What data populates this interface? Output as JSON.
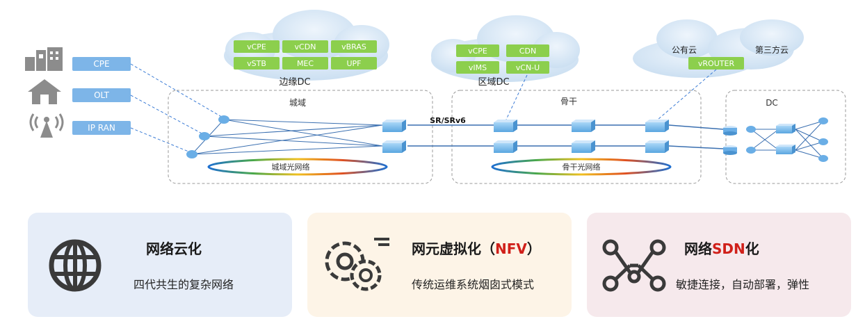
{
  "access_labels": [
    "CPE",
    "OLT",
    "IP RAN"
  ],
  "edge_dc": {
    "vnfs": [
      "vCPE",
      "vCDN",
      "vBRAS",
      "vSTB",
      "MEC",
      "UPF"
    ],
    "label": "边缘DC"
  },
  "regional_dc": {
    "vnfs": [
      "vCPE",
      "CDN",
      "vIMS",
      "vCN-U"
    ],
    "label": "区域DC"
  },
  "public_cloud": {
    "label": "公有云",
    "vnf": "vROUTER"
  },
  "third_party_cloud": {
    "label": "第三方云"
  },
  "metro": {
    "label": "城域",
    "ring_label": "城域光网络"
  },
  "backbone": {
    "label": "骨干",
    "ring_label": "骨干光网络"
  },
  "dc": {
    "label": "DC"
  },
  "sr_label": "SR/SRv6",
  "panels": [
    {
      "title": "网络云化",
      "subtitle": "四代共生的复杂网络",
      "icon": "globe-icon",
      "bg": "#e6edf8"
    },
    {
      "title_prefix": "网元虚拟化（",
      "title_highlight": "NFV",
      "title_suffix": "）",
      "subtitle": "传统运维系统烟囱式模式",
      "icon": "gears-icon",
      "bg": "#fdf4e7"
    },
    {
      "title_prefix": "网络",
      "title_highlight": "SDN",
      "title_suffix": "化",
      "subtitle": "敏捷连接，自动部署，弹性",
      "icon": "network-nodes-icon",
      "bg": "#f6e9ec"
    }
  ],
  "colors": {
    "green_box": "#8ccf4d",
    "blue_label": "#7db5e8",
    "node": "#6aaee6",
    "highlight": "#d0201a"
  }
}
